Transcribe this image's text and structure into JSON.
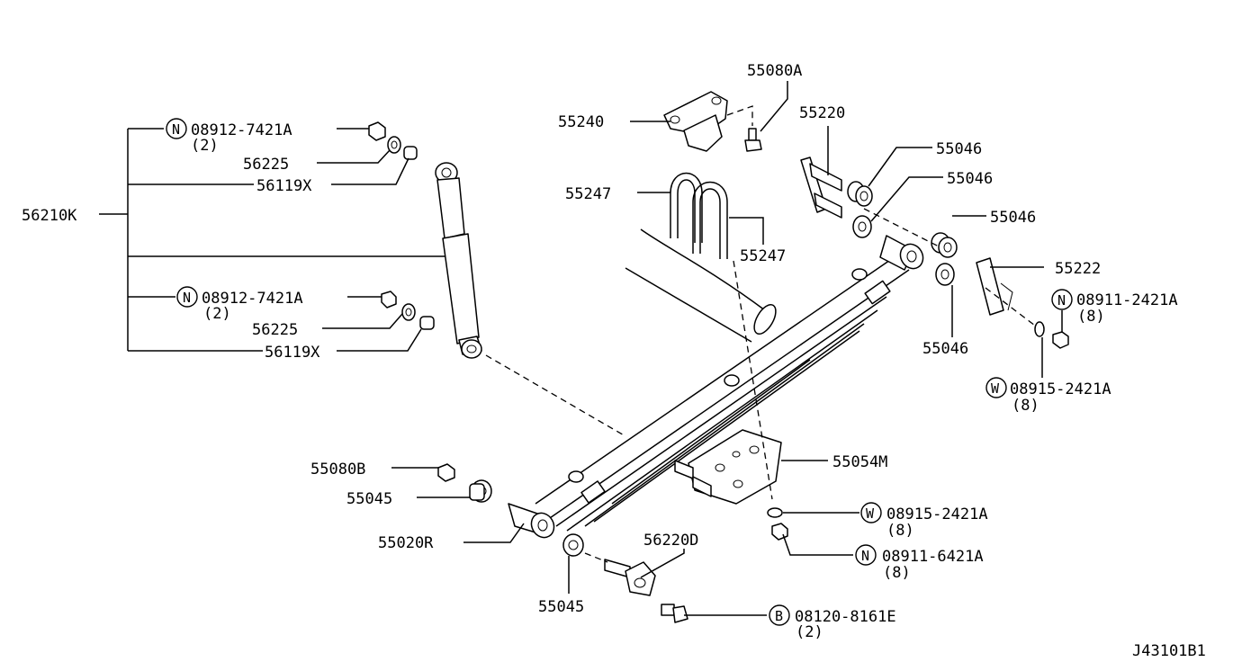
{
  "drawing_code": "J43101B1",
  "labels": {
    "l_55080A": "55080A",
    "l_55240": "55240",
    "l_55220": "55220",
    "l_55046_a": "55046",
    "l_55046_b": "55046",
    "l_55046_c": "55046",
    "l_55046_d": "55046",
    "l_55247_a": "55247",
    "l_55247_b": "55247",
    "l_55222": "55222",
    "l_n08911_2421A": "08911-2421A",
    "l_n08911_2421A_qty": "(8)",
    "l_w08915_2421A_top": "08915-2421A",
    "l_w08915_2421A_top_qty": "(8)",
    "l_n08912_7421A_a": "08912-7421A",
    "l_n08912_7421A_a_qty": "(2)",
    "l_56225_a": "56225",
    "l_56119X_a": "56119X",
    "l_56210K": "56210K",
    "l_n08912_7421A_b": "08912-7421A",
    "l_n08912_7421A_b_qty": "(2)",
    "l_56225_b": "56225",
    "l_56119X_b": "56119X",
    "l_55080B": "55080B",
    "l_55045_a": "55045",
    "l_55020R": "55020R",
    "l_55054M": "55054M",
    "l_w08915_2421A_bot": "08915-2421A",
    "l_w08915_2421A_bot_qty": "(8)",
    "l_n08911_6421A": "08911-6421A",
    "l_n08911_6421A_qty": "(8)",
    "l_56220D": "56220D",
    "l_55045_b": "55045",
    "l_b08120_8161E": "08120-8161E",
    "l_b08120_8161E_qty": "(2)"
  },
  "prefix_marks": {
    "n": "N",
    "w": "W",
    "b": "B"
  }
}
